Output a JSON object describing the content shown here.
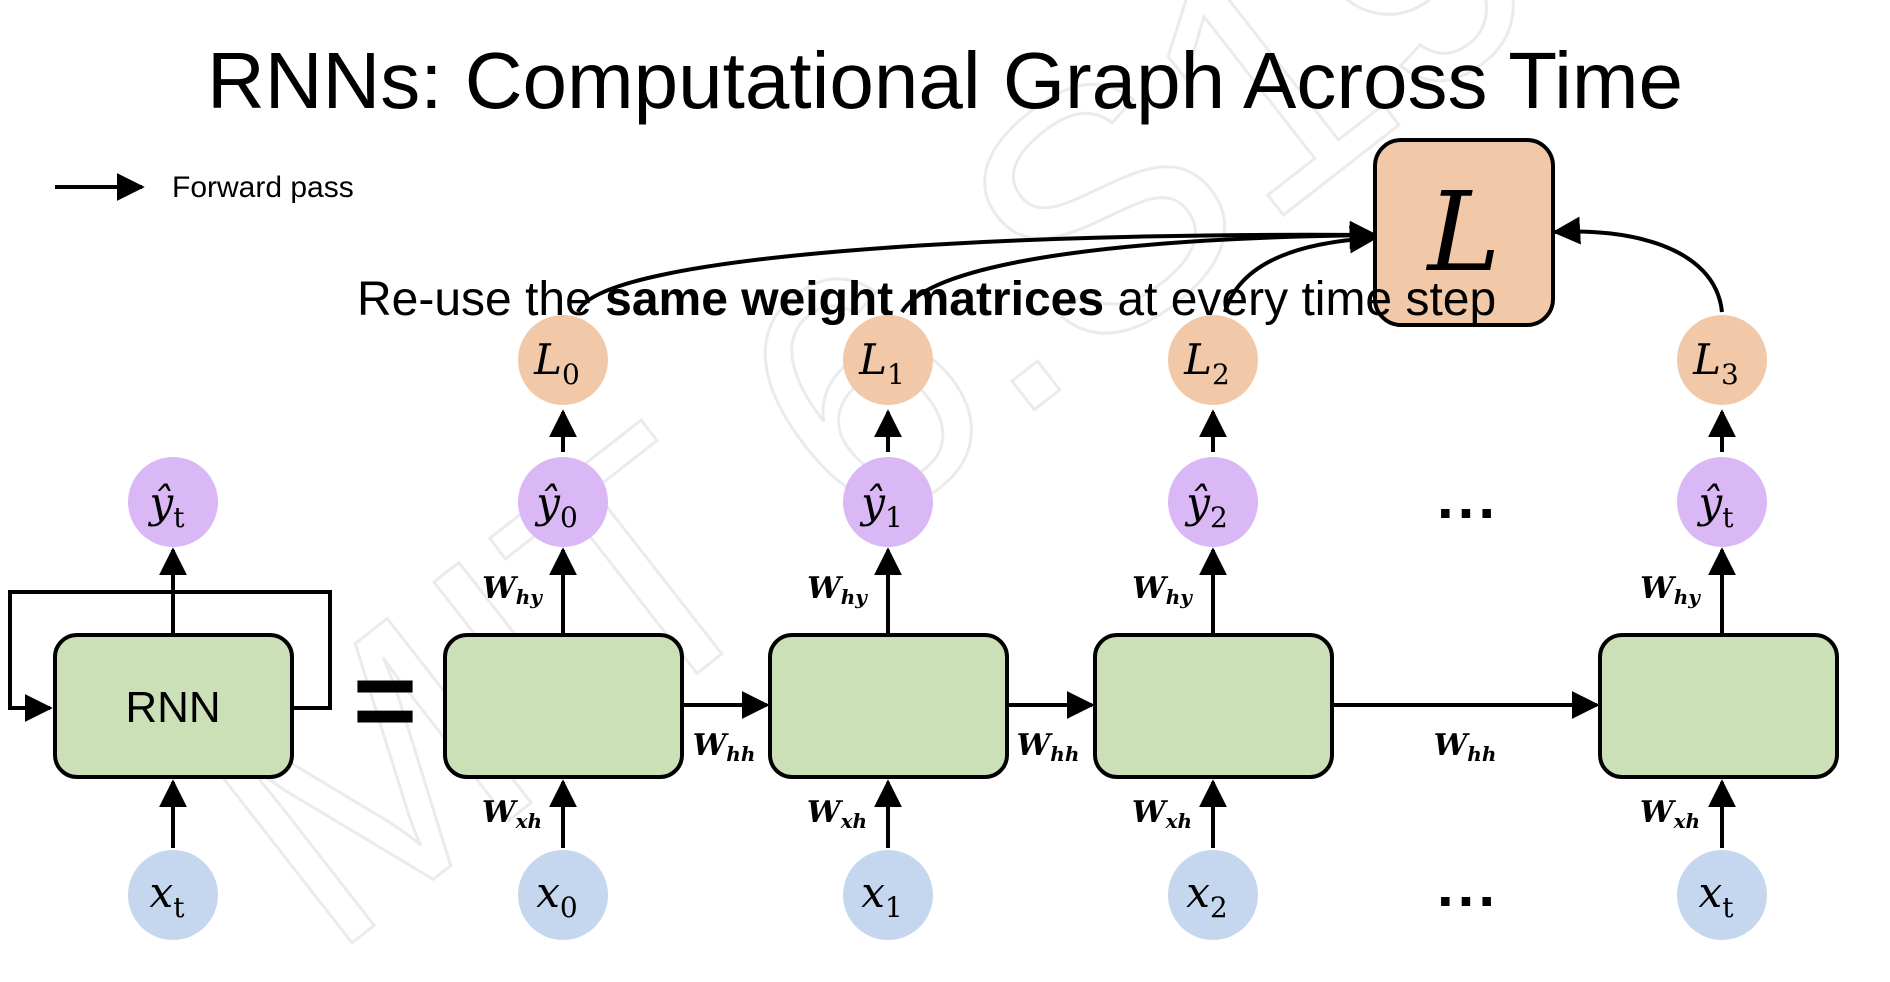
{
  "title": "RNNs: Computational Graph Across Time",
  "legend": {
    "label": "Forward pass"
  },
  "subtitle": {
    "prefix": "Re-use the ",
    "bold": "same weight matrices",
    "suffix": " at every time step"
  },
  "watermark": "MIT 6.S191",
  "loss": {
    "label": "L"
  },
  "rnn_block": {
    "label": "RNN",
    "output": {
      "base": "ŷ",
      "sub": "t"
    },
    "input": {
      "base": "x",
      "sub": "t"
    }
  },
  "equals": "=",
  "ellipsis": "...",
  "weights": {
    "hy": {
      "base": "W",
      "sub": "hy"
    },
    "xh": {
      "base": "W",
      "sub": "xh"
    },
    "hh": {
      "base": "W",
      "sub": "hh"
    }
  },
  "steps": [
    {
      "loss": {
        "base": "L",
        "sub": "0"
      },
      "output": {
        "base": "ŷ",
        "sub": "0"
      },
      "input": {
        "base": "x",
        "sub": "0"
      }
    },
    {
      "loss": {
        "base": "L",
        "sub": "1"
      },
      "output": {
        "base": "ŷ",
        "sub": "1"
      },
      "input": {
        "base": "x",
        "sub": "1"
      }
    },
    {
      "loss": {
        "base": "L",
        "sub": "2"
      },
      "output": {
        "base": "ŷ",
        "sub": "2"
      },
      "input": {
        "base": "x",
        "sub": "2"
      }
    },
    {
      "loss": {
        "base": "L",
        "sub": "3"
      },
      "output": {
        "base": "ŷ",
        "sub": "t"
      },
      "input": {
        "base": "x",
        "sub": "t"
      }
    }
  ],
  "colors": {
    "loss_fill": "#f2c9a8",
    "output_fill": "#d9b8f5",
    "input_fill": "#c4d7ee",
    "cell_fill": "#cce0b8",
    "stroke": "#000000"
  }
}
